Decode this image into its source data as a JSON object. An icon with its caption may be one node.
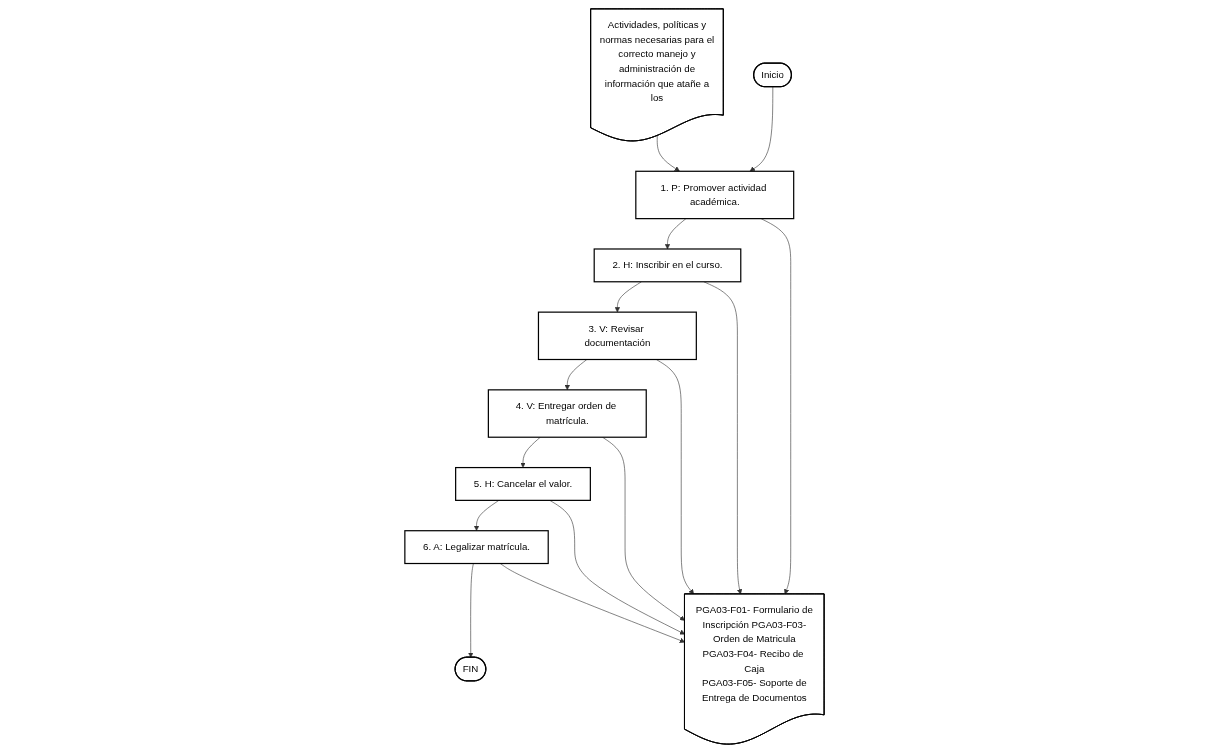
{
  "diagram": {
    "nodes": [
      {
        "text": [
          "Actividades, políticas y normas necesarias para el correcto manejo y administración de información que atañe a los"
        ]
      },
      {
        "text": [
          "Inicio"
        ]
      },
      {
        "text": [
          "1. P: Promover actividad académica."
        ]
      },
      {
        "text": [
          "2. H: Inscribir en el curso."
        ]
      },
      {
        "text": [
          "3. V: Revisar documentación"
        ]
      },
      {
        "text": [
          "4. V: Entregar orden de matrícula."
        ]
      },
      {
        "text": [
          "5. H: Cancelar el valor."
        ]
      },
      {
        "text": [
          "6. A: Legalizar matrícula."
        ]
      },
      {
        "text": [
          "FIN"
        ]
      },
      {
        "text": [
          "PGA03-F01- Formulario de Inscripción PGA03-F03- Orden de Matricula PGA03-F04- Recibo de Caja PGA03-F05- Soporte de Entrega de Documentos"
        ]
      }
    ],
    "edges": [
      {
        "from": 0,
        "to": 2,
        "arrow": "to"
      },
      {
        "from": 1,
        "to": 2,
        "arrow": "to"
      },
      {
        "from": 2,
        "to": 3,
        "arrow": "to"
      },
      {
        "from": 3,
        "to": 4,
        "arrow": "to"
      },
      {
        "from": 4,
        "to": 5,
        "arrow": "to"
      },
      {
        "from": 5,
        "to": 6,
        "arrow": "to"
      },
      {
        "from": 6,
        "to": 7,
        "arrow": "to"
      },
      {
        "from": 7,
        "to": 8,
        "arrow": "to"
      },
      {
        "from": 2,
        "to": 9,
        "arrow": "to"
      },
      {
        "from": 3,
        "to": 9,
        "arrow": "to"
      },
      {
        "from": 4,
        "to": 9,
        "arrow": "to"
      },
      {
        "from": 5,
        "to": 9,
        "arrow": "to"
      },
      {
        "from": 6,
        "to": 9,
        "arrow": "to"
      },
      {
        "from": 7,
        "to": 9,
        "arrow": "to"
      }
    ]
  }
}
